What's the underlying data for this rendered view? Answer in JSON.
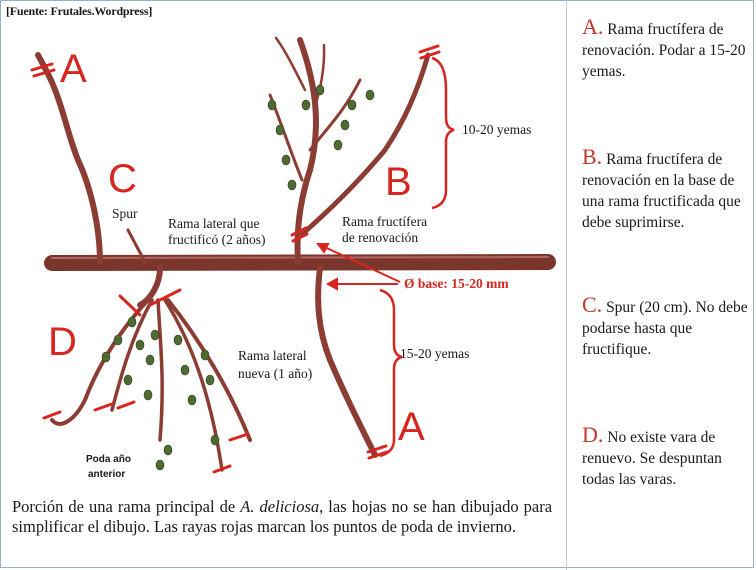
{
  "source": "[Fuente: Frutales.Wordpress]",
  "diagram": {
    "letters": {
      "a_top": "A",
      "b": "B",
      "c": "C",
      "d": "D",
      "a_bottom": "A"
    },
    "labels": {
      "spur": "Spur",
      "rama_lateral_que_1": "Rama lateral que",
      "rama_lateral_que_2": "fructificó (2 años)",
      "rama_fructifera_1": "Rama fructífera",
      "rama_fructifera_2": "de renovación",
      "yemas_top": "10-20 yemas",
      "o_base": "Ø base: 15-20 mm",
      "yemas_bottom": "15-20 yemas",
      "rama_lateral_nueva_1": "Rama lateral",
      "rama_lateral_nueva_2": "nueva (1 año)",
      "poda_1": "Poda año",
      "poda_2": "anterior"
    },
    "colors": {
      "branch": "#8b3d34",
      "bud": "#4e6b32",
      "accent": "#d7261f"
    }
  },
  "caption": {
    "pre": "Porción de una rama principal de ",
    "species": "A. deliciosa",
    "post": ", las hojas no se han dibujado para simplificar el dibujo. Las rayas rojas marcan los puntos de poda de invierno."
  },
  "legend": [
    {
      "letter": "A.",
      "text": " Rama fructífera de renovación. Podar a 15-20 yemas."
    },
    {
      "letter": "B.",
      "text": " Rama fructífera de renovación en la base de una rama fructificada que debe suprimirse."
    },
    {
      "letter": "C.",
      "text": " Spur (20 cm). No debe podarse hasta que fructifique."
    },
    {
      "letter": "D.",
      "text": " No existe vara de renuevo. Se despuntan todas las varas."
    }
  ]
}
